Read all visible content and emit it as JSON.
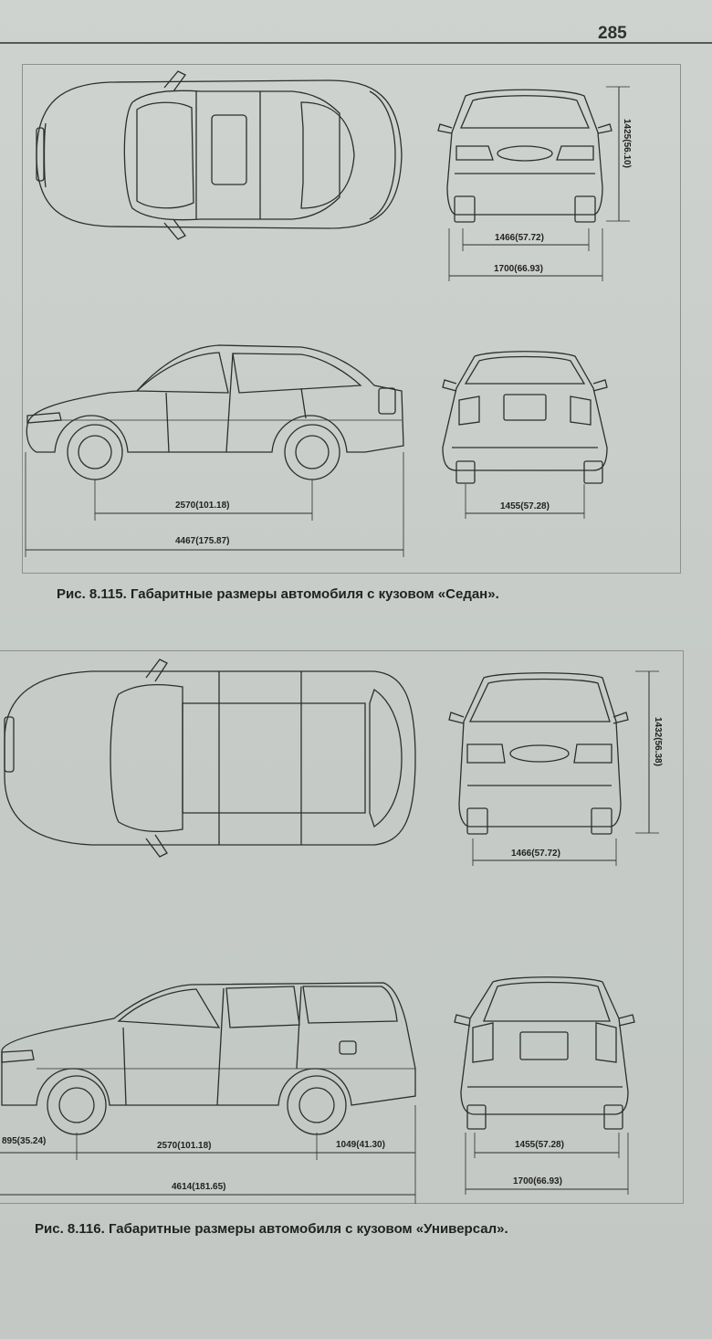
{
  "page_number": "285",
  "figure_sedan": {
    "caption": "Рис. 8.115. Габаритные размеры автомобиля с кузовом «Седан».",
    "dims": {
      "height": "1425(56.10)",
      "front_track": "1466(57.72)",
      "width": "1700(66.93)",
      "wheelbase": "2570(101.18)",
      "length": "4467(175.87)",
      "rear_track": "1455(57.28)"
    }
  },
  "figure_wagon": {
    "caption": "Рис. 8.116. Габаритные размеры автомобиля с кузовом «Универсал».",
    "dims": {
      "height": "1432(56.38)",
      "front_track": "1466(57.72)",
      "front_overhang": "895(35.24)",
      "wheelbase": "2570(101.18)",
      "rear_overhang": "1049(41.30)",
      "length": "4614(181.65)",
      "rear_track": "1455(57.28)",
      "width": "1700(66.93)"
    }
  }
}
